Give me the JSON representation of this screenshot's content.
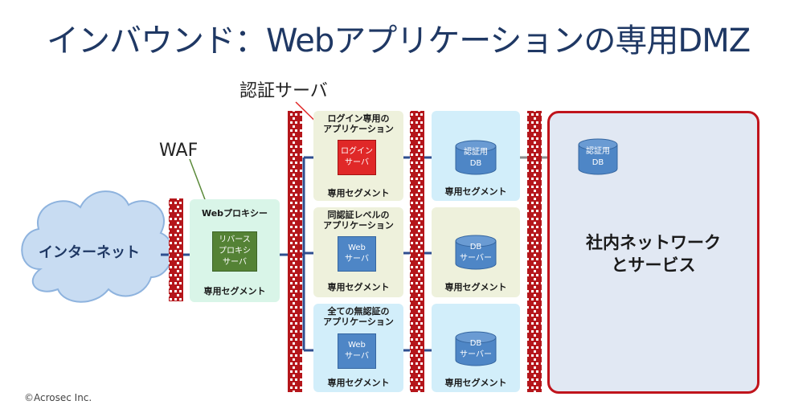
{
  "title": "インバウンド：Webアプリケーションの専用DMZ",
  "callouts": {
    "waf": "WAF",
    "auth_server": "認証サーバ"
  },
  "internet": {
    "label": "インターネット"
  },
  "proxy_segment": {
    "header": "Webプロキシー",
    "box": [
      "リバース",
      "プロキシ",
      "サーバ"
    ],
    "footer": "専用セグメント"
  },
  "app_segments": [
    {
      "header": [
        "ログイン専用の",
        "アプリケーション"
      ],
      "box": [
        "ログイン",
        "サーバ"
      ],
      "footer": "専用セグメント"
    },
    {
      "header": [
        "同認証レベルの",
        "アプリケーション"
      ],
      "box": [
        "Web",
        "サーバ"
      ],
      "footer": "専用セグメント"
    },
    {
      "header": [
        "全ての無認証の",
        "アプリケーション"
      ],
      "box": [
        "Web",
        "サーバ"
      ],
      "footer": "専用セグメント"
    }
  ],
  "db_segments": [
    {
      "db": [
        "認証用",
        "DB"
      ],
      "footer": "専用セグメント"
    },
    {
      "db": [
        "DB",
        "サーバー"
      ],
      "footer": "専用セグメント"
    },
    {
      "db": [
        "DB",
        "サーバー"
      ],
      "footer": "専用セグメント"
    }
  ],
  "corporate": {
    "label": [
      "社内ネットワーク",
      "とサービス"
    ],
    "db": [
      "認証用",
      "DB"
    ]
  },
  "copyright": "©Acrosec Inc.",
  "colors": {
    "title": "#1f3864",
    "wall": "#b5161b",
    "flow": "#2e4e8f",
    "proxy_bg": "#d9f5e8",
    "app_bg": "#eef1dc",
    "db_bg": "#d2eefa",
    "proxy_box": "#548235",
    "login_box": "#e02828",
    "web_box": "#4e86c6",
    "corp_border": "#c0141c",
    "corp_bg": "#e1e8f3"
  }
}
